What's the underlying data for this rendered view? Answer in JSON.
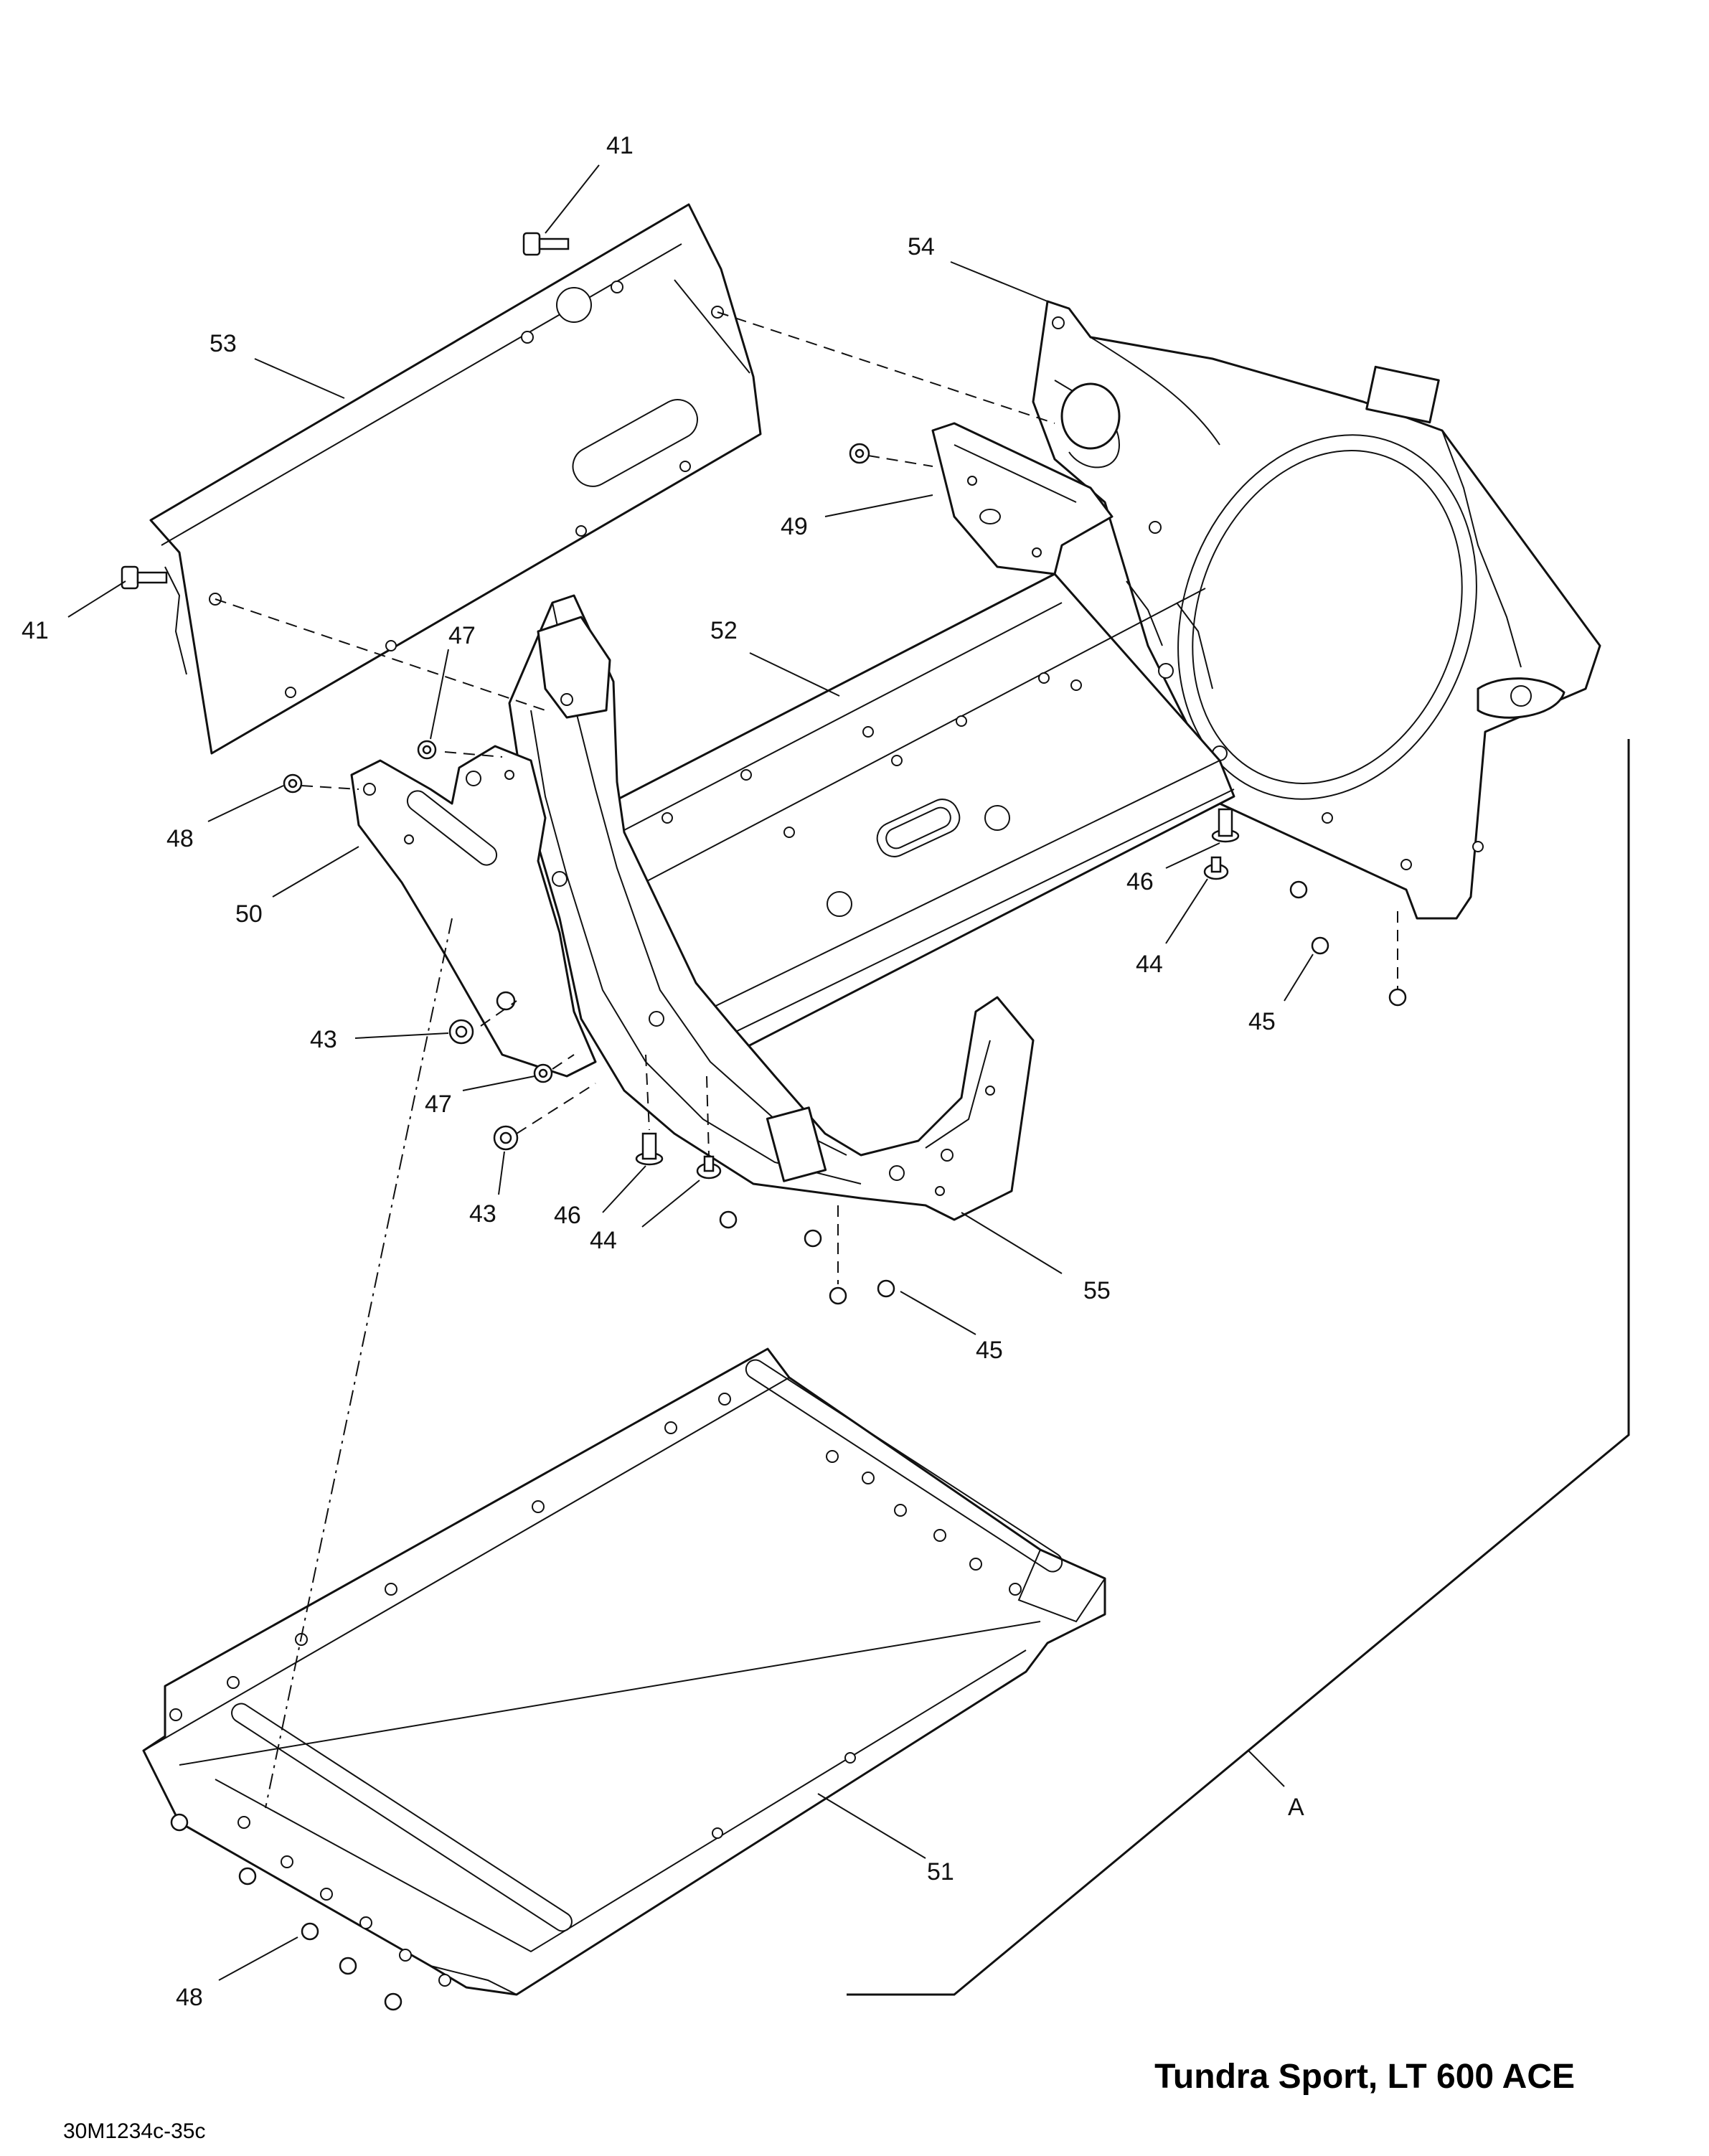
{
  "diagram": {
    "title": "Tundra Sport, LT 600 ACE",
    "document_id": "30M1234c-35c",
    "view_marker": "A",
    "callouts": [
      {
        "id": "c41a",
        "label": "41"
      },
      {
        "id": "c41b",
        "label": "41"
      },
      {
        "id": "c53",
        "label": "53"
      },
      {
        "id": "c54",
        "label": "54"
      },
      {
        "id": "c49",
        "label": "49"
      },
      {
        "id": "c52",
        "label": "52"
      },
      {
        "id": "c47a",
        "label": "47"
      },
      {
        "id": "c48a",
        "label": "48"
      },
      {
        "id": "c50",
        "label": "50"
      },
      {
        "id": "c46a",
        "label": "46"
      },
      {
        "id": "c44a",
        "label": "44"
      },
      {
        "id": "c45a",
        "label": "45"
      },
      {
        "id": "c43a",
        "label": "43"
      },
      {
        "id": "c47b",
        "label": "47"
      },
      {
        "id": "c43b",
        "label": "43"
      },
      {
        "id": "c46b",
        "label": "46"
      },
      {
        "id": "c44b",
        "label": "44"
      },
      {
        "id": "c55",
        "label": "55"
      },
      {
        "id": "c45b",
        "label": "45"
      },
      {
        "id": "c51",
        "label": "51"
      },
      {
        "id": "c48b",
        "label": "48"
      }
    ]
  }
}
